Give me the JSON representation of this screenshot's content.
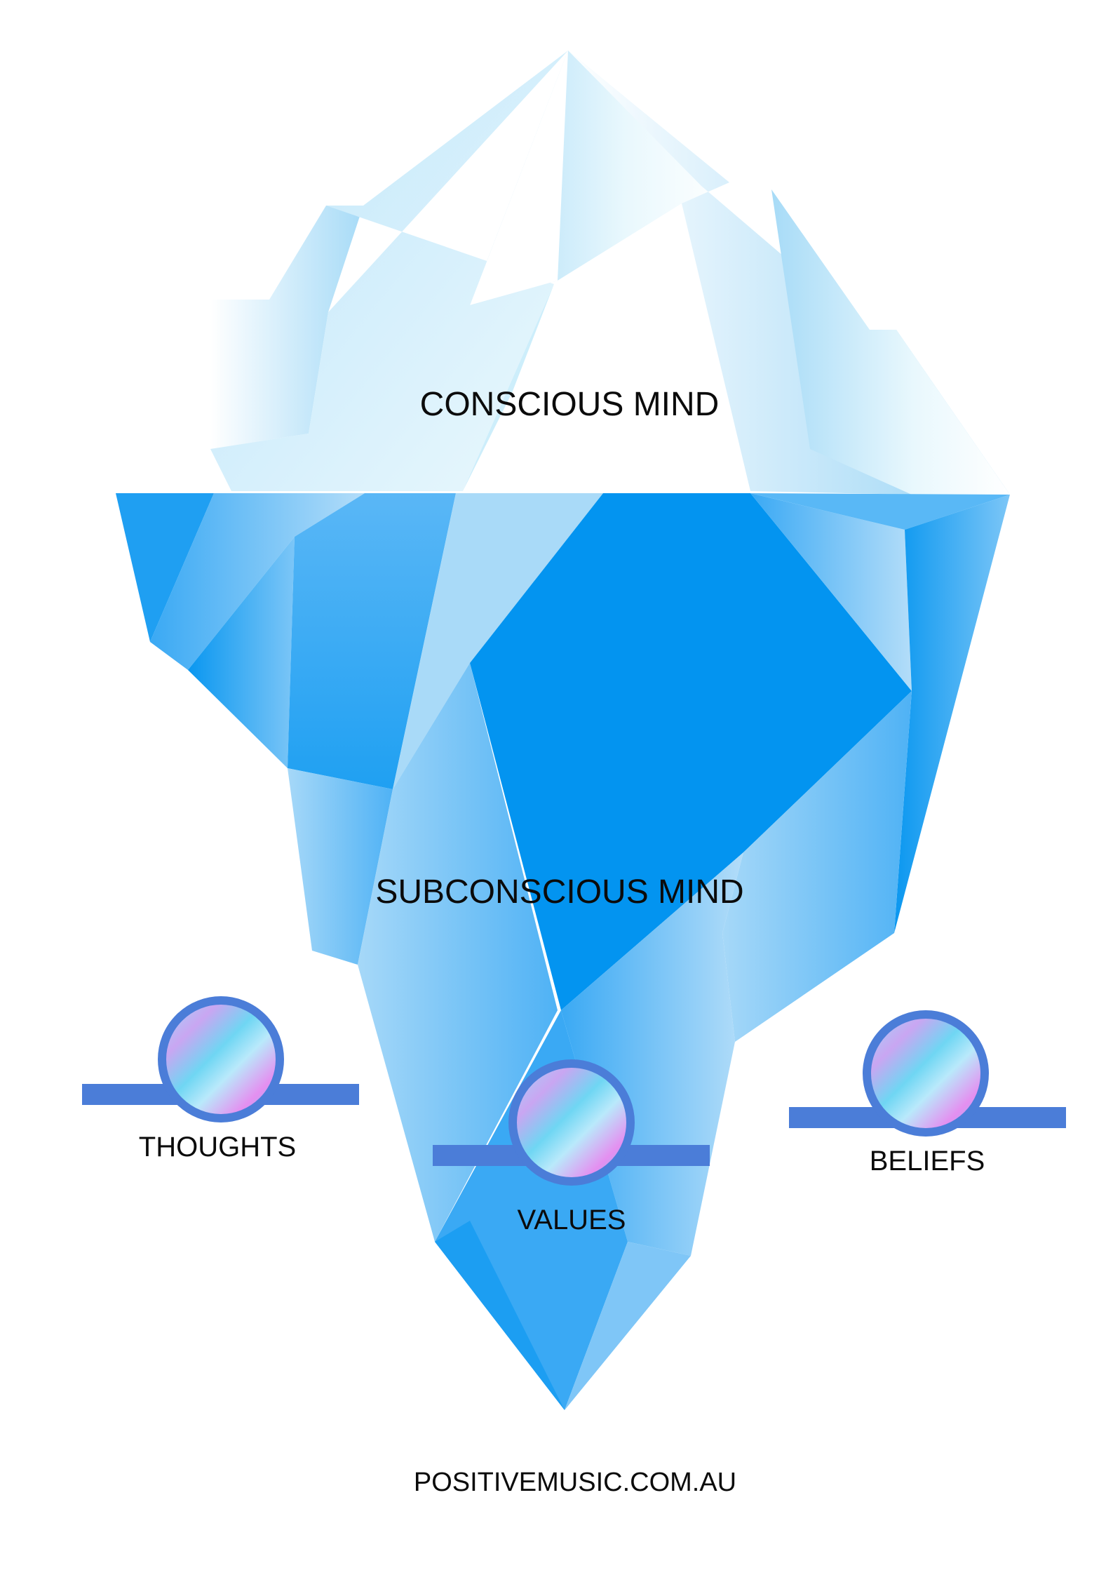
{
  "labels": {
    "conscious": "CONSCIOUS MIND",
    "subconscious": "SUBCONSCIOUS MIND",
    "thoughts": "THOUGHTS",
    "values": "VALUES",
    "beliefs": "BELIEFS",
    "footer": "POSITIVEMUSIC.COM.AU"
  },
  "colors": {
    "tip_light": "#e6f7fd",
    "tip_mid": "#a9dcf7",
    "tip_white": "#ffffff",
    "underwater_dark": "#0394f0",
    "underwater_mid": "#45aef5",
    "underwater_light": "#a8d8f8",
    "marker_ring": "#4b7dd8",
    "text": "#0b0b0b"
  },
  "markers": [
    {
      "name": "thoughts"
    },
    {
      "name": "values"
    },
    {
      "name": "beliefs"
    }
  ]
}
